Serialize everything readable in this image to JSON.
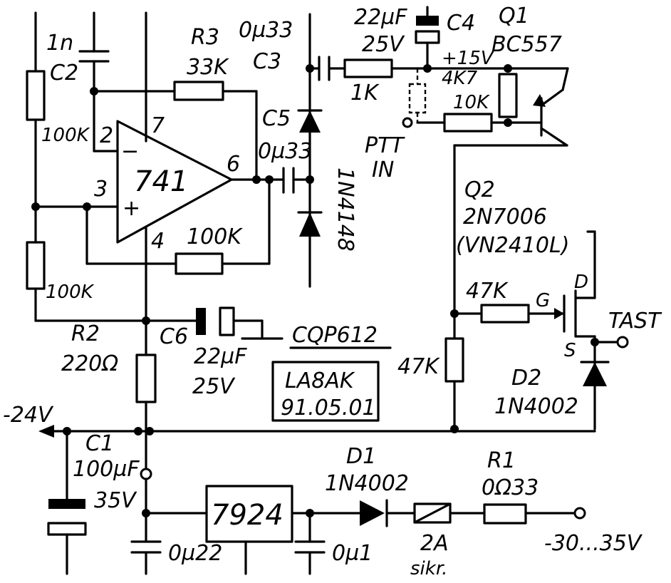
{
  "labels": {
    "c2_val": "1n",
    "c2_ref": "C2",
    "r_fb_top": "100K",
    "pin2": "2",
    "pin3": "3",
    "pin7": "7",
    "pin6": "6",
    "pin4": "4",
    "opamp": "741",
    "r3_ref": "R3",
    "r3_val": "33K",
    "r_bias_fb": "100K",
    "r_div_bot": "100K",
    "c3_val": "0µ33",
    "c3_ref": "C3",
    "c5_ref": "C5",
    "c5_val": "0µ33",
    "diode_ref": "1N4148",
    "c4_val": "22µF",
    "c4_volt": "25V",
    "c4_ref": "C4",
    "q1_ref": "Q1",
    "q1_val": "BC557",
    "plus15": "+15V",
    "r_4k7": "4K7",
    "r_10k": "10K",
    "r_1k": "1K",
    "ptt_1": "PTT",
    "ptt_2": "IN",
    "q2_ref": "Q2",
    "q2_val": "2N7006",
    "q2_alt": "(VN2410L)",
    "r_47k_gate": "47K",
    "gate_g": "G",
    "drain_d": "D",
    "source_s": "S",
    "tast": "TAST",
    "r2_ref": "R2",
    "r2_val": "220Ω",
    "c6_ref": "C6",
    "c6_val": "22µF",
    "c6_volt": "25V",
    "cqp": "CQP612",
    "la8ak": "LA8AK",
    "date": "91.05.01",
    "r_47k_vert": "47K",
    "d2_ref": "D2",
    "d2_val": "1N4002",
    "minus24": "-24V",
    "c1_ref": "C1",
    "c1_val": "100µF",
    "c1_volt": "35V",
    "reg": "7924",
    "c_0u22": "0µ22",
    "c_0u1": "0µ1",
    "d1_ref": "D1",
    "d1_val": "1N4002",
    "r1_ref": "R1",
    "r1_val": "0Ω33",
    "fuse_val": "2A",
    "fuse_txt": "sikr.",
    "vin": "-30...35V"
  }
}
